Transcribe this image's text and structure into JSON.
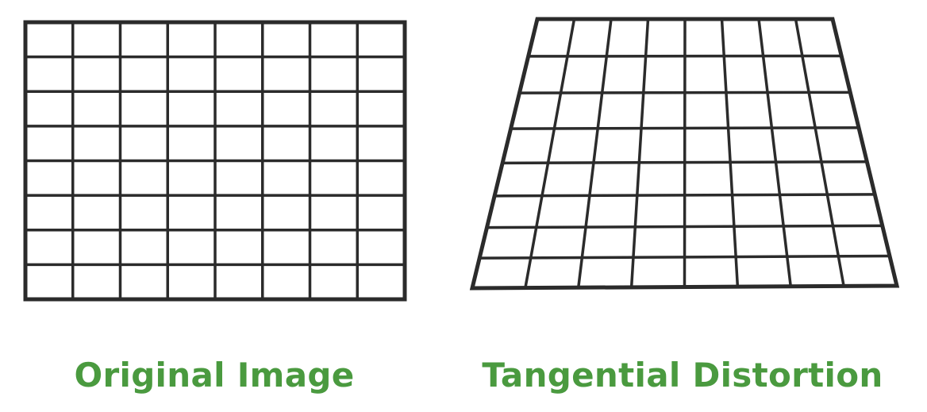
{
  "colors": {
    "background": "#ffffff",
    "grid_line": "#2b2b2b",
    "caption": "#4a9a3f"
  },
  "panels": [
    {
      "name": "original-grid",
      "label": "Original Image",
      "columns": 8,
      "rows": 8
    },
    {
      "name": "tangential-grid",
      "label": "Tangential Distortion",
      "columns": 8,
      "rows": 8
    }
  ],
  "captions": {
    "original": "Original Image",
    "distortion": "Tangential Distortion"
  }
}
